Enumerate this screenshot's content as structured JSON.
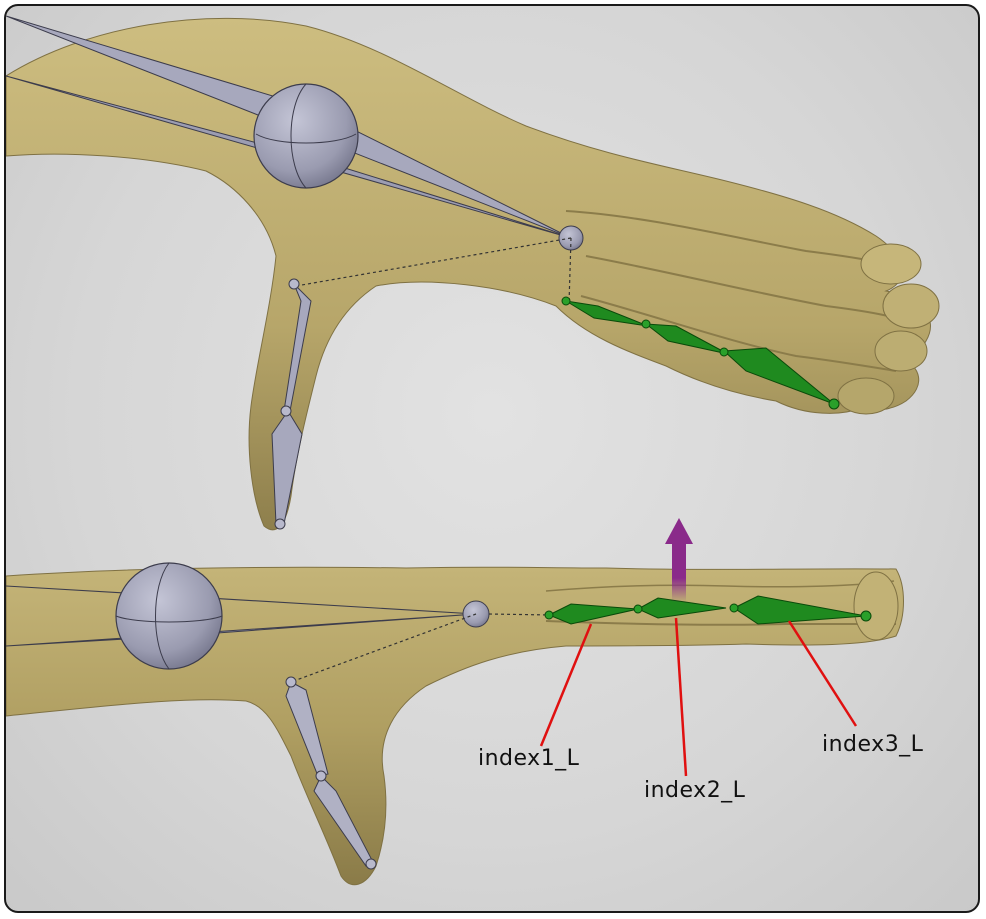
{
  "labels": {
    "index1": "index1_L",
    "index2": "index2_L",
    "index3": "index3_L"
  },
  "colors": {
    "background": "#d8d8d8",
    "skin": "#bfae72",
    "bone_gray": "#a7a8bd",
    "bone_selected": "#1f8a1f",
    "arrow": "#8a2a8a",
    "callout_line": "#e01010"
  }
}
